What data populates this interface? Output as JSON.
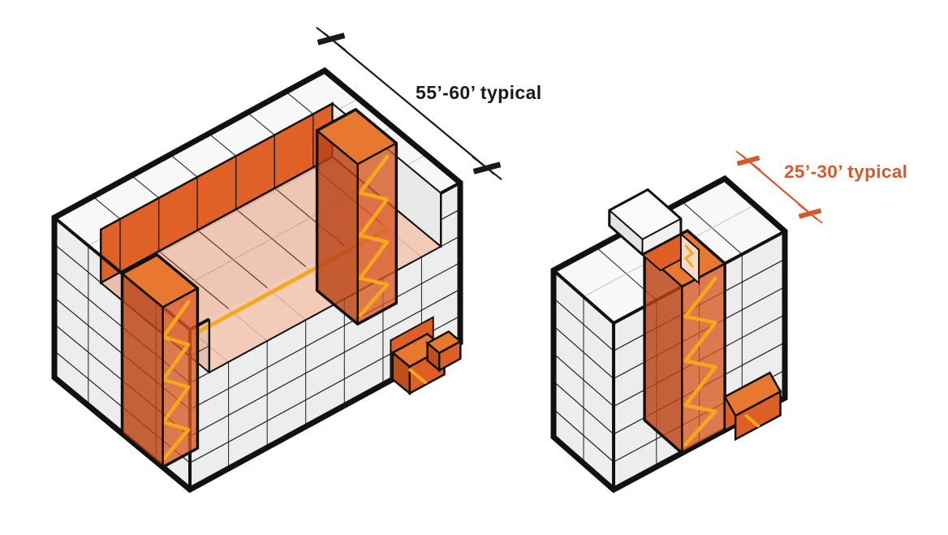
{
  "background": "#ffffff",
  "colors": {
    "outline_black": "#111111",
    "facade_gray": "#ededed",
    "roof_white": "#f8f8f8",
    "core_orange": "#de5f26",
    "core_orange_top": "#e8772f",
    "core_orange_dark": "#bf4e1d",
    "corridor_salmon": "rgba(224,100,50,0.34)",
    "stair_yellow": "#f4a81c",
    "dimension_black": "#1a1a1a",
    "dimension_orange": "#d9572b"
  },
  "left_building": {
    "dimension_label": "55’-60’ typical",
    "floors": 6,
    "stair_cores": 2
  },
  "right_building": {
    "dimension_label": "25’-30’ typical",
    "floors": 6,
    "stair_cores": 1
  }
}
